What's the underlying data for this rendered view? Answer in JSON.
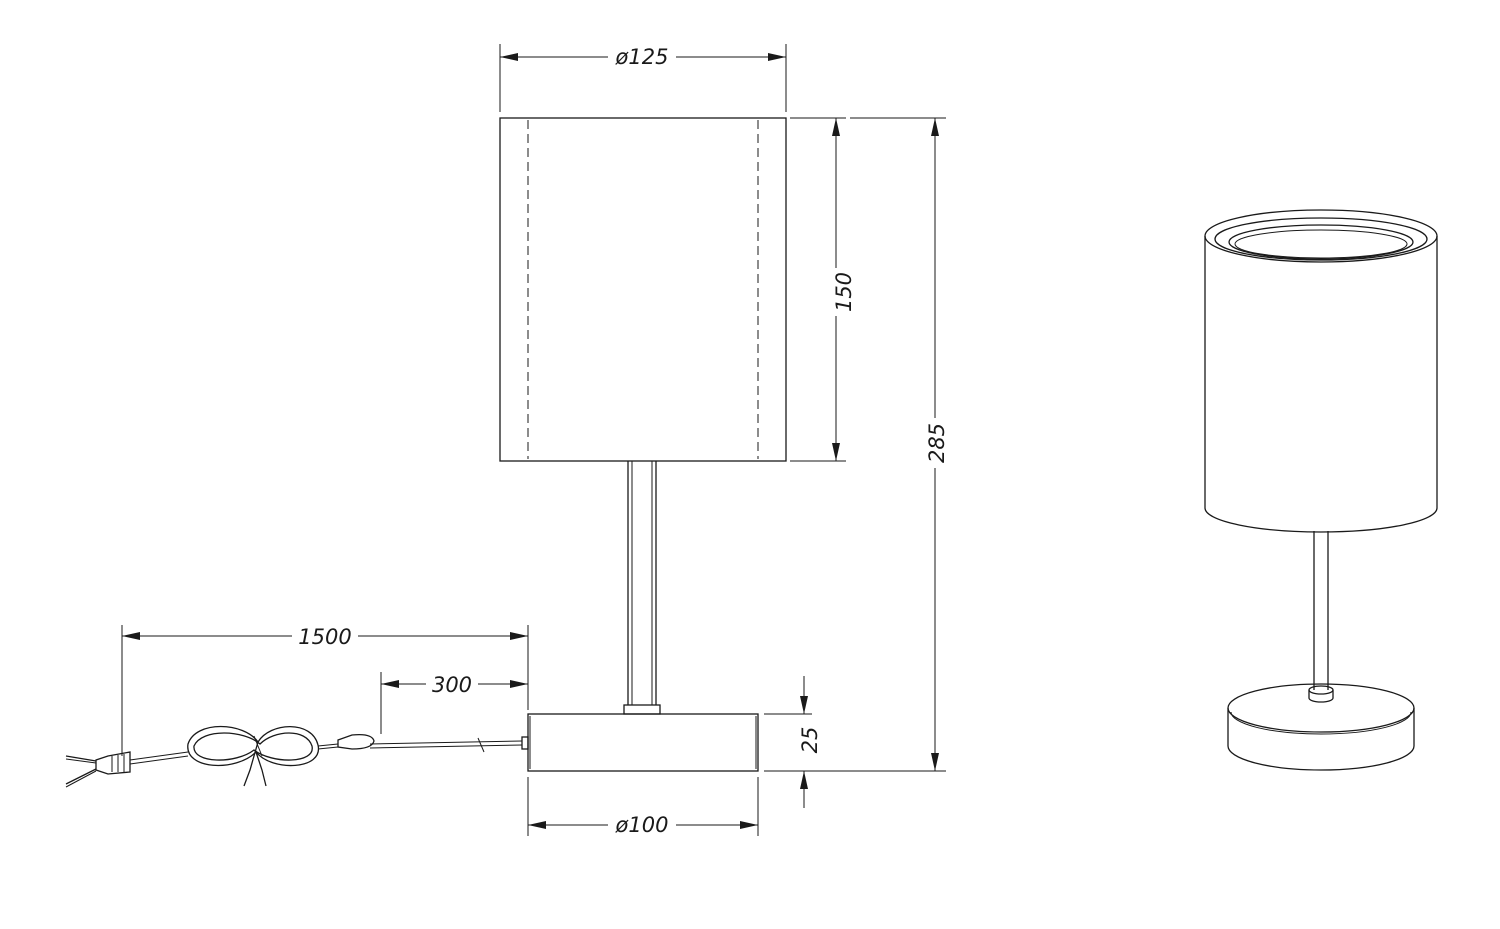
{
  "dimensions": {
    "shade_diameter": "ø125",
    "shade_height": "150",
    "total_height": "285",
    "cable_length": "1500",
    "switch_distance": "300",
    "base_height": "25",
    "base_diameter": "ø100"
  },
  "colors": {
    "line": "#1a1a1a",
    "background": "#ffffff"
  }
}
